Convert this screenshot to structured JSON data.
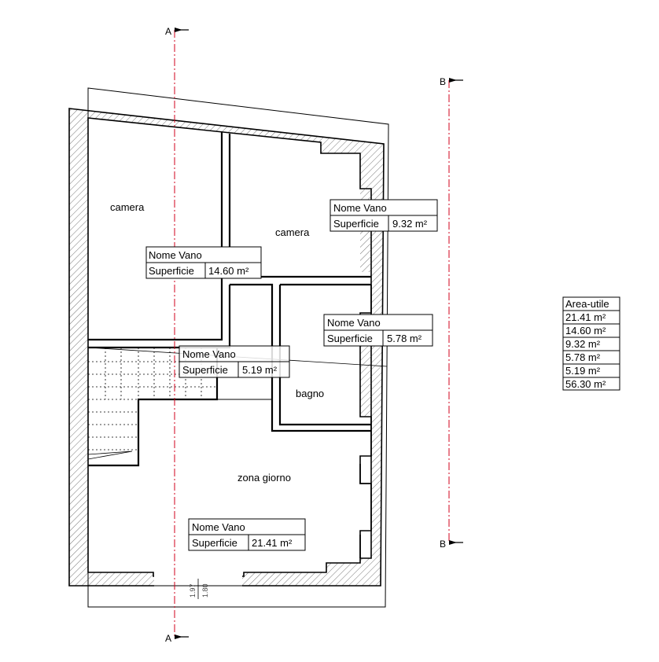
{
  "section_marks": {
    "a_top": "A",
    "a_bottom": "A",
    "b_top": "B",
    "b_bottom": "B"
  },
  "rooms": [
    {
      "name": "camera"
    },
    {
      "name": "camera"
    },
    {
      "name": "bagno"
    },
    {
      "name": "zona giorno"
    }
  ],
  "tags": [
    {
      "title": "Nome Vano",
      "area_label": "Superficie",
      "area": "14.60 m²"
    },
    {
      "title": "Nome Vano",
      "area_label": "Superficie",
      "area": "9.32 m²"
    },
    {
      "title": "Nome Vano",
      "area_label": "Superficie",
      "area": "5.78 m²"
    },
    {
      "title": "Nome Vano",
      "area_label": "Superficie",
      "area": "5.19 m²"
    },
    {
      "title": "Nome Vano",
      "area_label": "Superficie",
      "area": "21.41 m²"
    }
  ],
  "area_table": {
    "header": "Area-utile",
    "rows": [
      "21.41 m²",
      "14.60 m²",
      "9.32 m²",
      "5.78 m²",
      "5.19 m²",
      "56.30 m²"
    ]
  },
  "door_dims": {
    "d1": "1.97",
    "d2": "1.80"
  },
  "colors": {
    "walls": "#000000",
    "section_line": "#d0021b",
    "hatch": "#555555"
  }
}
